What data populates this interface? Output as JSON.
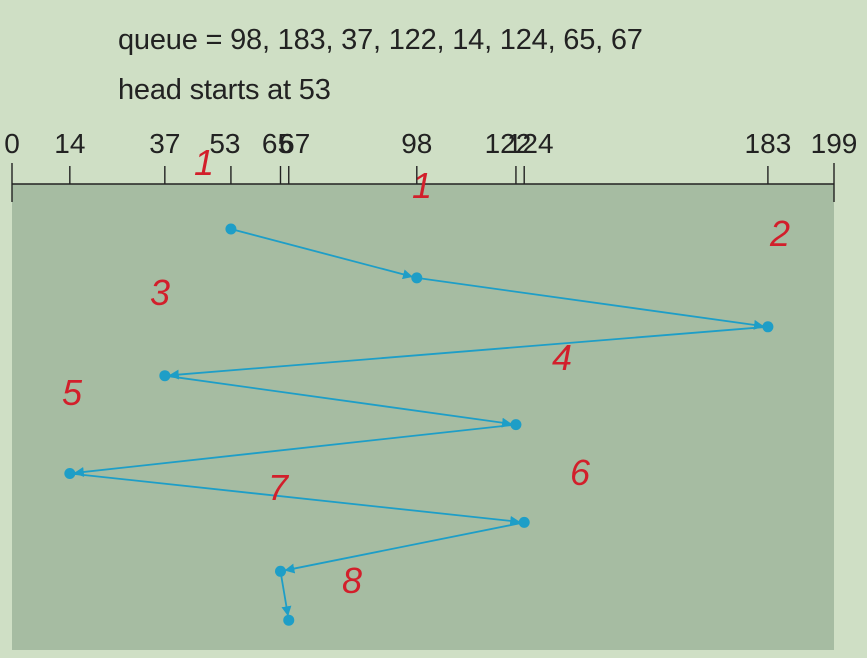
{
  "caption": {
    "queue_line": "queue = 98, 183, 37, 122, 14, 124, 65, 67",
    "head_line": "head starts at 53"
  },
  "chart_data": {
    "type": "line",
    "axis_range": [
      0,
      199
    ],
    "tick_labels": [
      "0",
      "14",
      "37",
      "53",
      "65",
      "67",
      "98",
      "122",
      "124",
      "183",
      "199"
    ],
    "tick_values": [
      0,
      14,
      37,
      53,
      65,
      67,
      98,
      122,
      124,
      183,
      199
    ],
    "head_start": 53,
    "queue": [
      98,
      183,
      37,
      122,
      14,
      124,
      65,
      67
    ],
    "service_order": [
      53,
      98,
      183,
      37,
      122,
      14,
      124,
      65,
      67
    ],
    "annotations": [
      "1",
      "1",
      "2",
      "3",
      "4",
      "5",
      "6",
      "7",
      "8"
    ],
    "colors": {
      "path": "#1e9ec7",
      "plot_bg": "#a6bca2",
      "page_bg": "#cfdfc5",
      "annotation": "#d21f2b",
      "axis": "#222222"
    }
  }
}
